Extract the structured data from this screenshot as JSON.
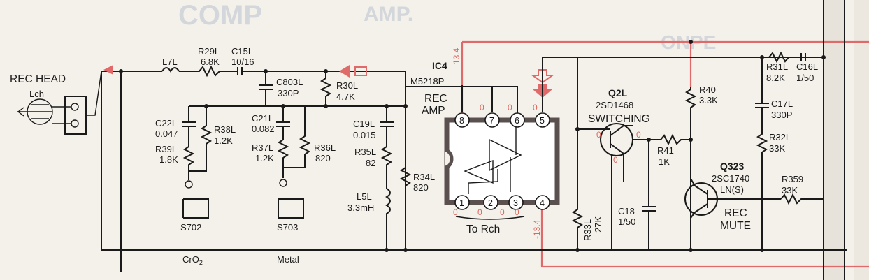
{
  "title": "REC HEAD",
  "head_channel": "Lch",
  "ic": {
    "ref": "IC4",
    "part": "M5218P",
    "func1": "REC",
    "func2": "AMP",
    "pins": [
      "1",
      "2",
      "3",
      "4",
      "5",
      "6",
      "7",
      "8"
    ],
    "to_rch": "To Rch"
  },
  "transistors": {
    "q2": {
      "ref": "Q2L",
      "part": "2SD1468",
      "func": "SWITCHING"
    },
    "q323": {
      "ref": "Q323",
      "part": "2SC1740",
      "grade": "LN(S)",
      "func1": "REC",
      "func2": "MUTE"
    }
  },
  "parts": {
    "l7": "L7L",
    "r29": "R29L",
    "r29v": "6.8K",
    "c15": "C15L",
    "c15v": "10/16",
    "c803": "C803L",
    "c803v": "330P",
    "r30": "R30L",
    "r30v": "4.7K",
    "c22": "C22L",
    "c22v": "0.047",
    "r38": "R38L",
    "r38v": "1.2K",
    "r39": "R39L",
    "r39v": "1.8K",
    "c21": "C21L",
    "c21v": "0.082",
    "r37": "R37L",
    "r37v": "1.2K",
    "r36": "R36L",
    "r36v": "820",
    "c19": "C19L",
    "c19v": "0.015",
    "r35": "R35L",
    "r35v": "82",
    "l5": "L5L",
    "l5v": "3.3mH",
    "r34": "R34L",
    "r34v": "820",
    "r33": "R33L",
    "r33v": "27K",
    "r40": "R40",
    "r40v": "3.3K",
    "r41": "R41",
    "r41v": "1K",
    "c18": "C18",
    "c18v": "1/50",
    "r31": "R31L",
    "r31v": "8.2K",
    "c16": "C16L",
    "c16v": "1/50",
    "c17": "C17L",
    "c17v": "330P",
    "r32": "R32L",
    "r32v": "33K",
    "r359": "R359",
    "r359v": "33K"
  },
  "switches": {
    "s702": "S702",
    "s703": "S703",
    "s702_label": "CrO",
    "s702_sub": "2",
    "s703_label": "Metal"
  },
  "voltages": {
    "v134": "13.4",
    "vneg134": "-13.4",
    "zero": "0"
  },
  "colors": {
    "wire": "#1a1a1a",
    "power_rail": "#e06a6a",
    "ic_body": "#5a5050",
    "paper": "#f4f1ea"
  }
}
